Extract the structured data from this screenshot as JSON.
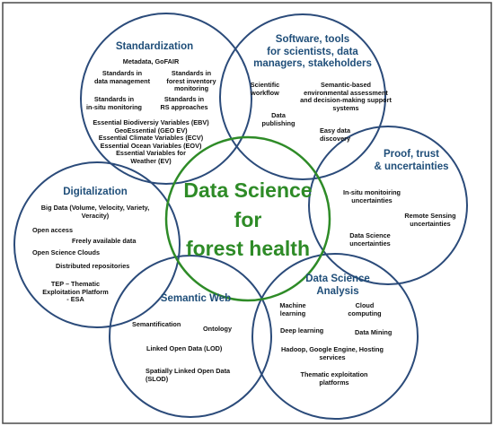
{
  "colors": {
    "circle_stroke": "#2b4b7a",
    "center_stroke": "#2e8b27",
    "title_text": "#1f4e79",
    "center_text": "#2e8b27",
    "border": "#4a4a4a"
  },
  "center": {
    "title": "Data Science\nfor\nforest health"
  },
  "standardization": {
    "title": "Standardization",
    "items": [
      "Metadata,  GoFAIR",
      "Standards in\ndata management",
      "Standards in\nforest inventory\nmonitoring",
      "Standards in\nin-situ monitoring",
      "Standards  in\nRS approaches",
      "Essential Biodiversiy Variables (EBV)\nGeoEssential (GEO EV)\nEssential Climate Variables (ECV)\nEssential Ocean Variables (EOV)\nEssential Variables for\nWeather (EV)"
    ]
  },
  "software": {
    "title": "Software, tools\nfor scientists, data\nmanagers, stakeholders",
    "items": [
      "Scientific\nworkflow",
      "Semantic-based\nenvironmental assessment\nand decision-making support\nsystems",
      "Data\npublishing",
      "Easy data\ndiscovery"
    ]
  },
  "proof": {
    "title": "Proof, trust\n& uncertainties",
    "items": [
      "In-situ monitoiring\nuncertainties",
      "Remote Sensing\nuncertainties",
      "Data Science\nuncertainties"
    ]
  },
  "digitalization": {
    "title": "Digitalization",
    "items": [
      "Big Data (Volume, Velocity, Variety,\nVeracity)",
      "Open access",
      "Freely available data",
      "Open Science Clouds",
      "Distributed repositories",
      "TEP – Thematic\nExploitation Platform\n- ESA"
    ]
  },
  "semantic_web": {
    "title": "Semantic Web",
    "items": [
      "Semantification",
      "Ontology",
      "Linked Open Data (LOD)",
      "Spatially Linked Open Data\n(SLOD)"
    ]
  },
  "analysis": {
    "title": "Data Science\nAnalysis",
    "items": [
      "Machine\nlearning",
      "Cloud\ncomputing",
      "Deep learning",
      "Data Mining",
      "Hadoop, Google Engine, Hosting\nservices",
      "Thematic exploitation\nplatforms"
    ]
  }
}
